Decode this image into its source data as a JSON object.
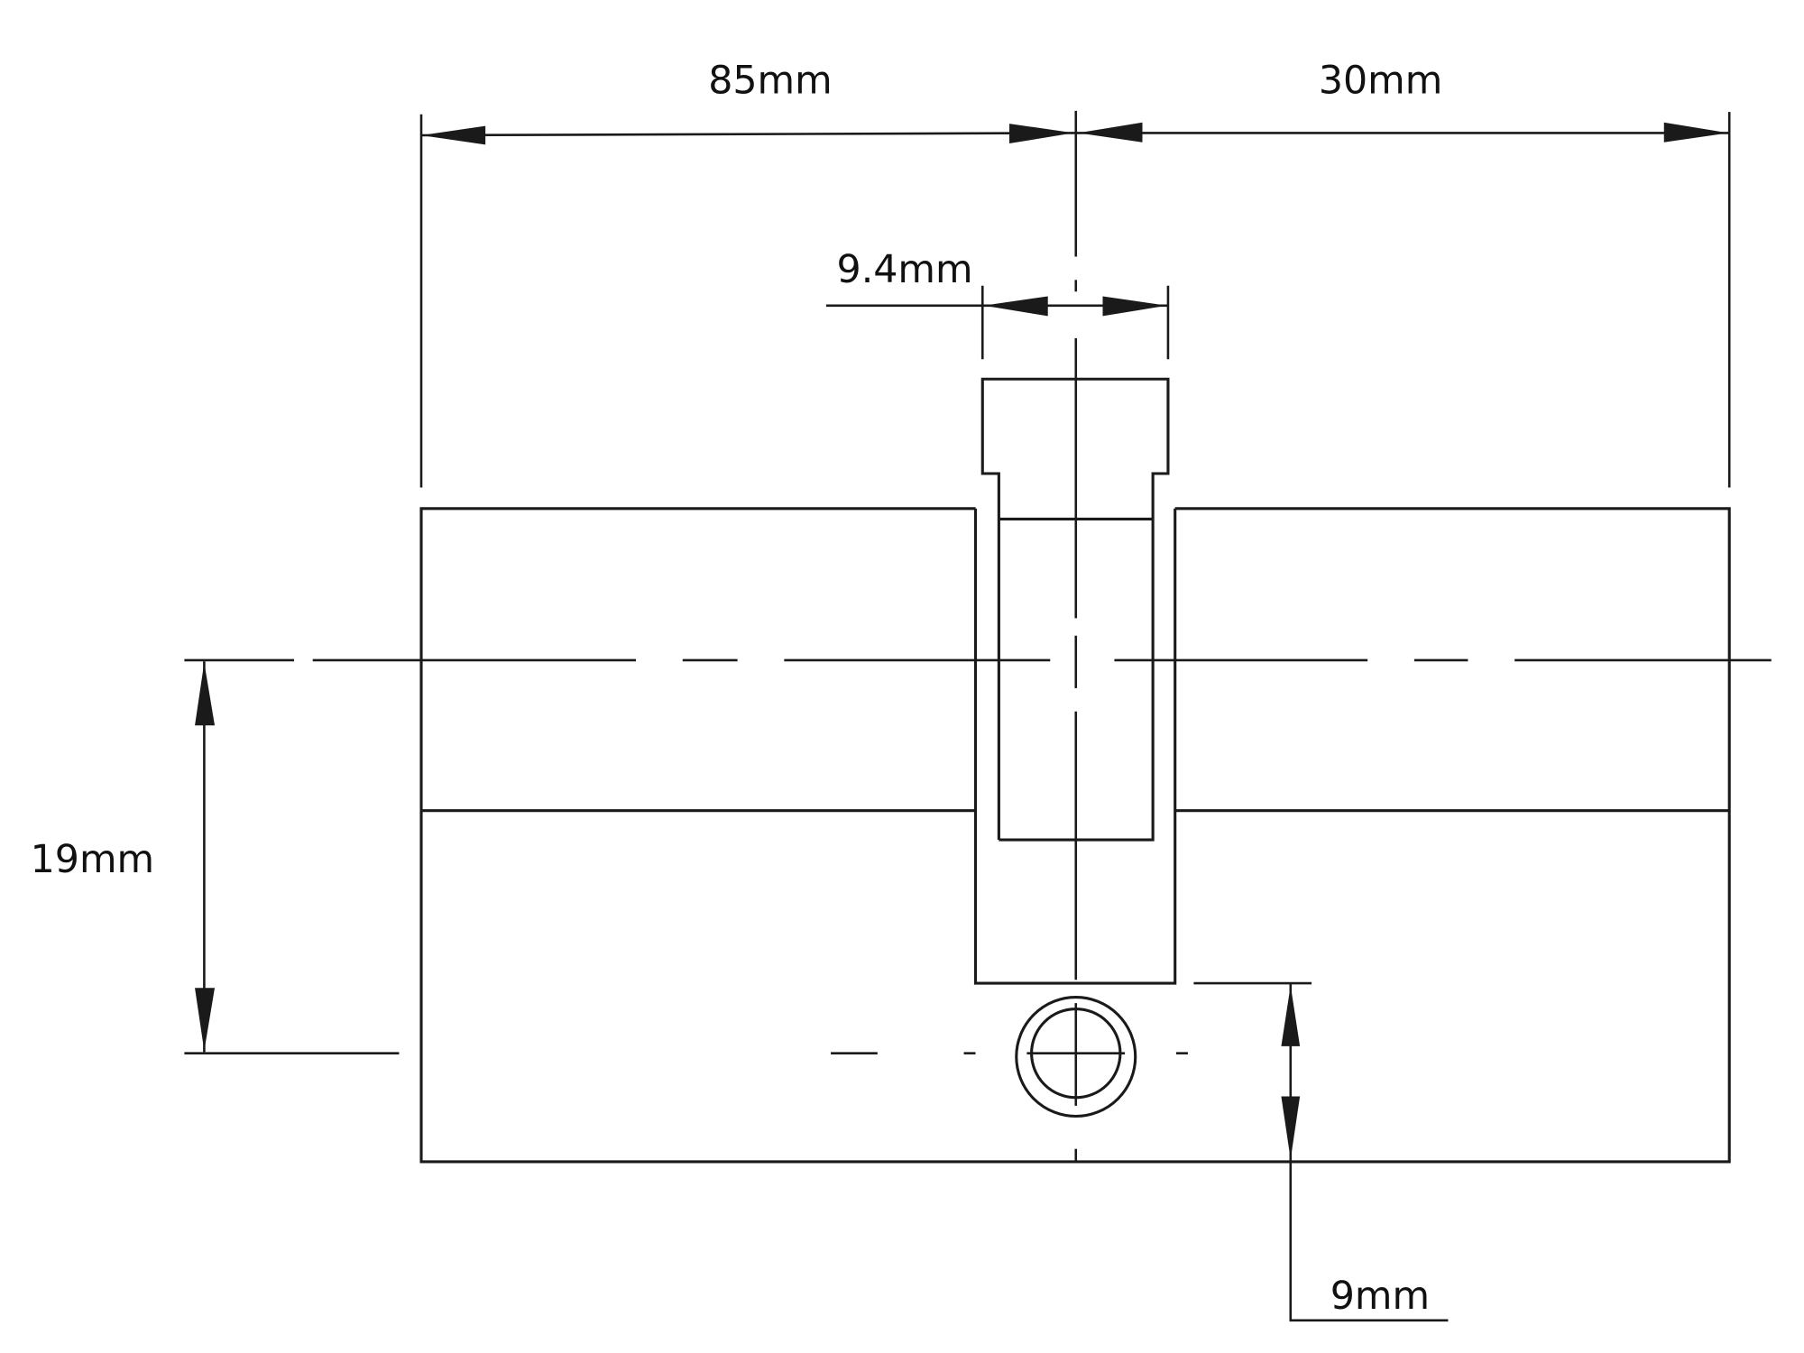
{
  "title": "Euro profile cylinder dimensions",
  "dimensions": {
    "left_length": "85mm",
    "right_length": "30mm",
    "cam_width": "9.4mm",
    "height_to_center": "19mm",
    "center_to_bottom": "9mm"
  },
  "colors": {
    "line": "#1a1a1a",
    "background": "#ffffff"
  }
}
